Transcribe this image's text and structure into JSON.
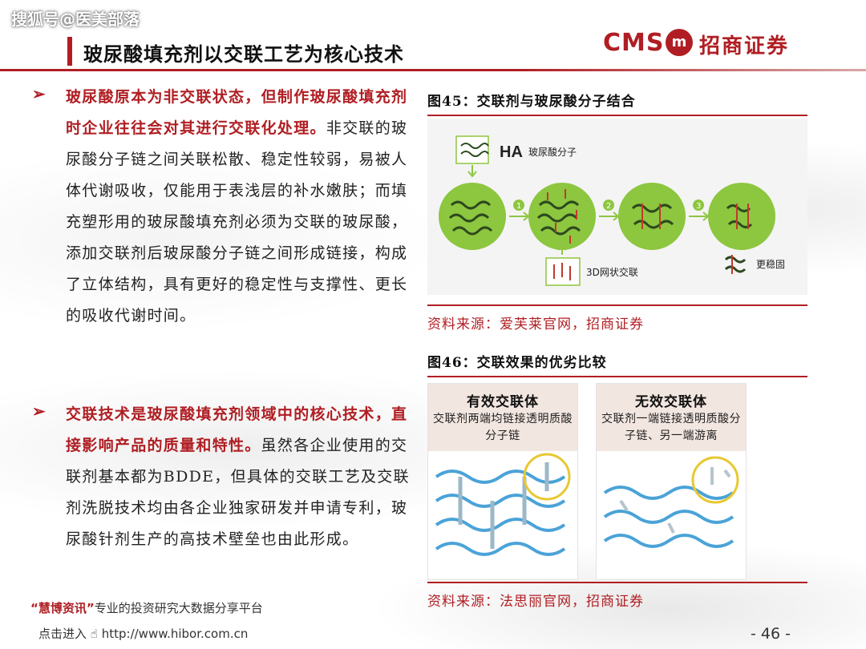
{
  "watermark": "搜狐号@医美部落",
  "header": {
    "title": "玻尿酸填充剂以交联工艺为核心技术",
    "logo_cms": "CMS",
    "logo_cn": "招商证券"
  },
  "bullets": [
    {
      "highlight": "玻尿酸原本为非交联状态，但制作玻尿酸填充剂时企业往往会对其进行交联化处理。",
      "body": "非交联的玻尿酸分子链之间关联松散、稳定性较弱，易被人体代谢吸收，仅能用于表浅层的补水嫩肤；而填充塑形用的玻尿酸填充剂必须为交联的玻尿酸，添加交联剂后玻尿酸分子链之间形成链接，构成了立体结构，具有更好的稳定性与支撑性、更长的吸收代谢时间。"
    },
    {
      "highlight": "交联技术是玻尿酸填充剂领域中的核心技术，直接影响产品的质量和特性。",
      "body": "虽然各企业使用的交联剂基本都为BDDE，但具体的交联工艺及交联剂洗脱技术均由各企业独家研发并申请专利，玻尿酸针剂生产的高技术壁垒也由此形成。"
    }
  ],
  "figure45": {
    "title": "图45：交联剂与玻尿酸分子结合",
    "ha_label": "HA",
    "ha_caption": "玻尿酸分子",
    "crosslink_caption": "3D网状交联",
    "stable_caption": "更稳固",
    "steps": [
      "1",
      "2",
      "3"
    ],
    "source": "资料来源：爱芙莱官网，招商证券"
  },
  "figure46": {
    "title": "图46：交联效果的优劣比较",
    "cards": [
      {
        "title": "有效交联体",
        "desc": "交联剂两端均链接透明质酸分子链"
      },
      {
        "title": "无效交联体",
        "desc": "交联剂一端链接透明质酸分子链、另一端游离"
      }
    ],
    "source": "资料来源：法思丽官网，招商证券"
  },
  "footer": {
    "brand": "“慧博资讯”",
    "tagline": "专业的投资研究大数据分享平台",
    "link_prefix": "点击进入",
    "url": "http://www.hibor.com.cn",
    "page": "- 46 -"
  },
  "colors": {
    "accent": "#b01e23",
    "green": "#8dc63f",
    "blue": "#4aa3d8"
  }
}
